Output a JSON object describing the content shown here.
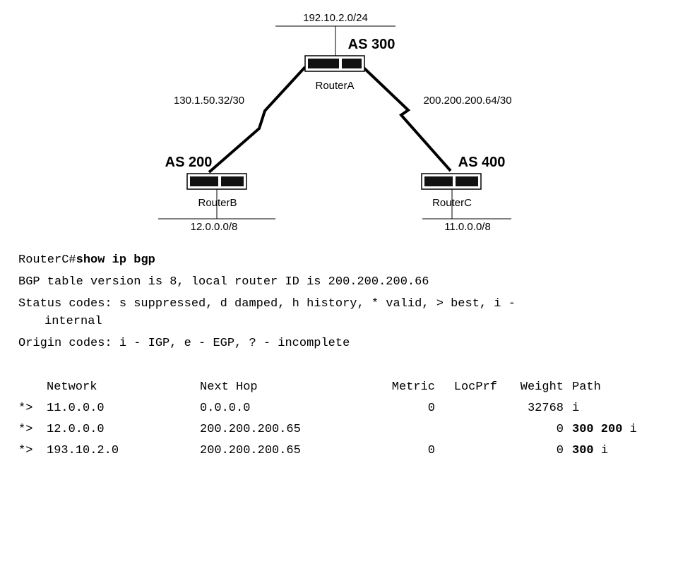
{
  "diagram": {
    "top_network": "192.10.2.0/24",
    "router_a": {
      "name": "RouterA",
      "as": "AS 300"
    },
    "router_b": {
      "name": "RouterB",
      "as": "AS 200",
      "network": "12.0.0.0/8"
    },
    "router_c": {
      "name": "RouterC",
      "as": "AS 400",
      "network": "11.0.0.0/8"
    },
    "link_ab": "130.1.50.32/30",
    "link_ac": "200.200.200.64/30"
  },
  "cli": {
    "prompt": "RouterC#",
    "command": "show ip bgp",
    "version_line": "BGP table version is 8, local router ID is 200.200.200.66",
    "status_line1": "Status codes: s suppressed, d damped, h history, * valid, > best, i -",
    "status_line2": "internal",
    "origin_line": "Origin codes: i - IGP, e - EGP, ? - incomplete",
    "headers": {
      "network": "Network",
      "next_hop": "Next Hop",
      "metric": "Metric",
      "locprf": "LocPrf",
      "weight": "Weight",
      "path": "Path"
    },
    "rows": [
      {
        "status": "*>",
        "network": "11.0.0.0",
        "next_hop": "0.0.0.0",
        "metric": "0",
        "locprf": "",
        "weight": "32768",
        "path_as": "",
        "origin": "i"
      },
      {
        "status": "*>",
        "network": "12.0.0.0",
        "next_hop": "200.200.200.65",
        "metric": "",
        "locprf": "",
        "weight": "0",
        "path_as": "300 200",
        "origin": "i"
      },
      {
        "status": "*>",
        "network": "193.10.2.0",
        "next_hop": "200.200.200.65",
        "metric": "0",
        "locprf": "",
        "weight": "0",
        "path_as": "300",
        "origin": "i"
      }
    ]
  }
}
